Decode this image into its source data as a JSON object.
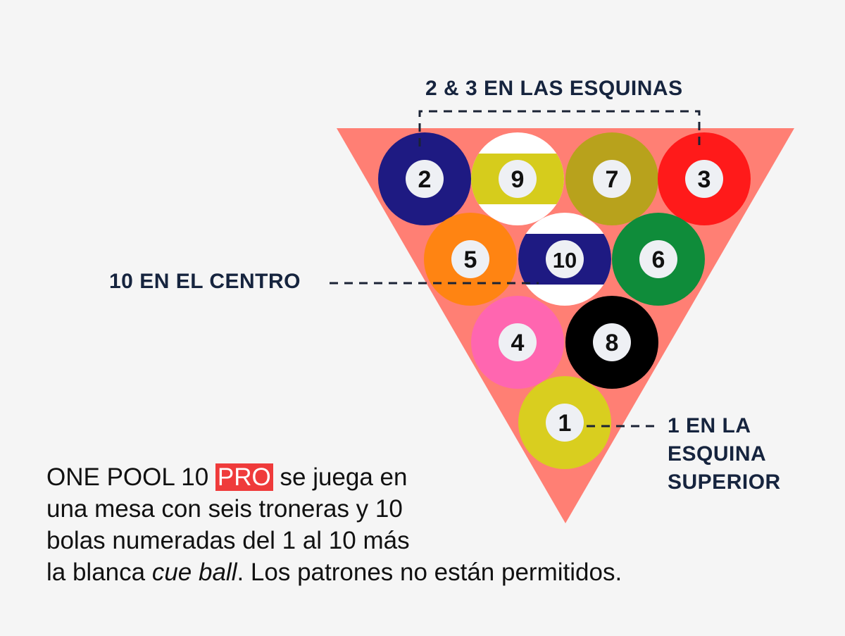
{
  "annotations": {
    "corners": "2 & 3 EN LAS ESQUINAS",
    "center": "10 EN EL CENTRO",
    "top_corner_lines": [
      "1 EN LA",
      "ESQUINA",
      "SUPERIOR"
    ]
  },
  "balls": [
    {
      "number": "2",
      "color": "#1e1a82",
      "style": "solid"
    },
    {
      "number": "9",
      "color": "#d6cc1c",
      "style": "stripe"
    },
    {
      "number": "7",
      "color": "#b8a21c",
      "style": "solid"
    },
    {
      "number": "3",
      "color": "#ff1a1a",
      "style": "solid"
    },
    {
      "number": "5",
      "color": "#ff8412",
      "style": "solid"
    },
    {
      "number": "10",
      "color": "#1e1a82",
      "style": "stripe"
    },
    {
      "number": "6",
      "color": "#0f8c3a",
      "style": "solid"
    },
    {
      "number": "4",
      "color": "#ff66b0",
      "style": "solid"
    },
    {
      "number": "8",
      "color": "#000000",
      "style": "solid"
    },
    {
      "number": "1",
      "color": "#d9ce1f",
      "style": "solid"
    }
  ],
  "colors": {
    "rack": "#ff7f74",
    "leader_lines": "#1b2335",
    "number_disc": "#eef0f4",
    "highlight": "#ef3b3b"
  },
  "description": {
    "line1_before": "ONE POOL 10 ",
    "highlight": "PRO",
    "line1_after": " se juega en",
    "line2": "una mesa con seis troneras y 10",
    "line3": "bolas numeradas del 1 al 10 más",
    "line4_before": "la blanca ",
    "line4_italic": "cue ball",
    "line4_after": ". Los patrones no están permitidos."
  }
}
